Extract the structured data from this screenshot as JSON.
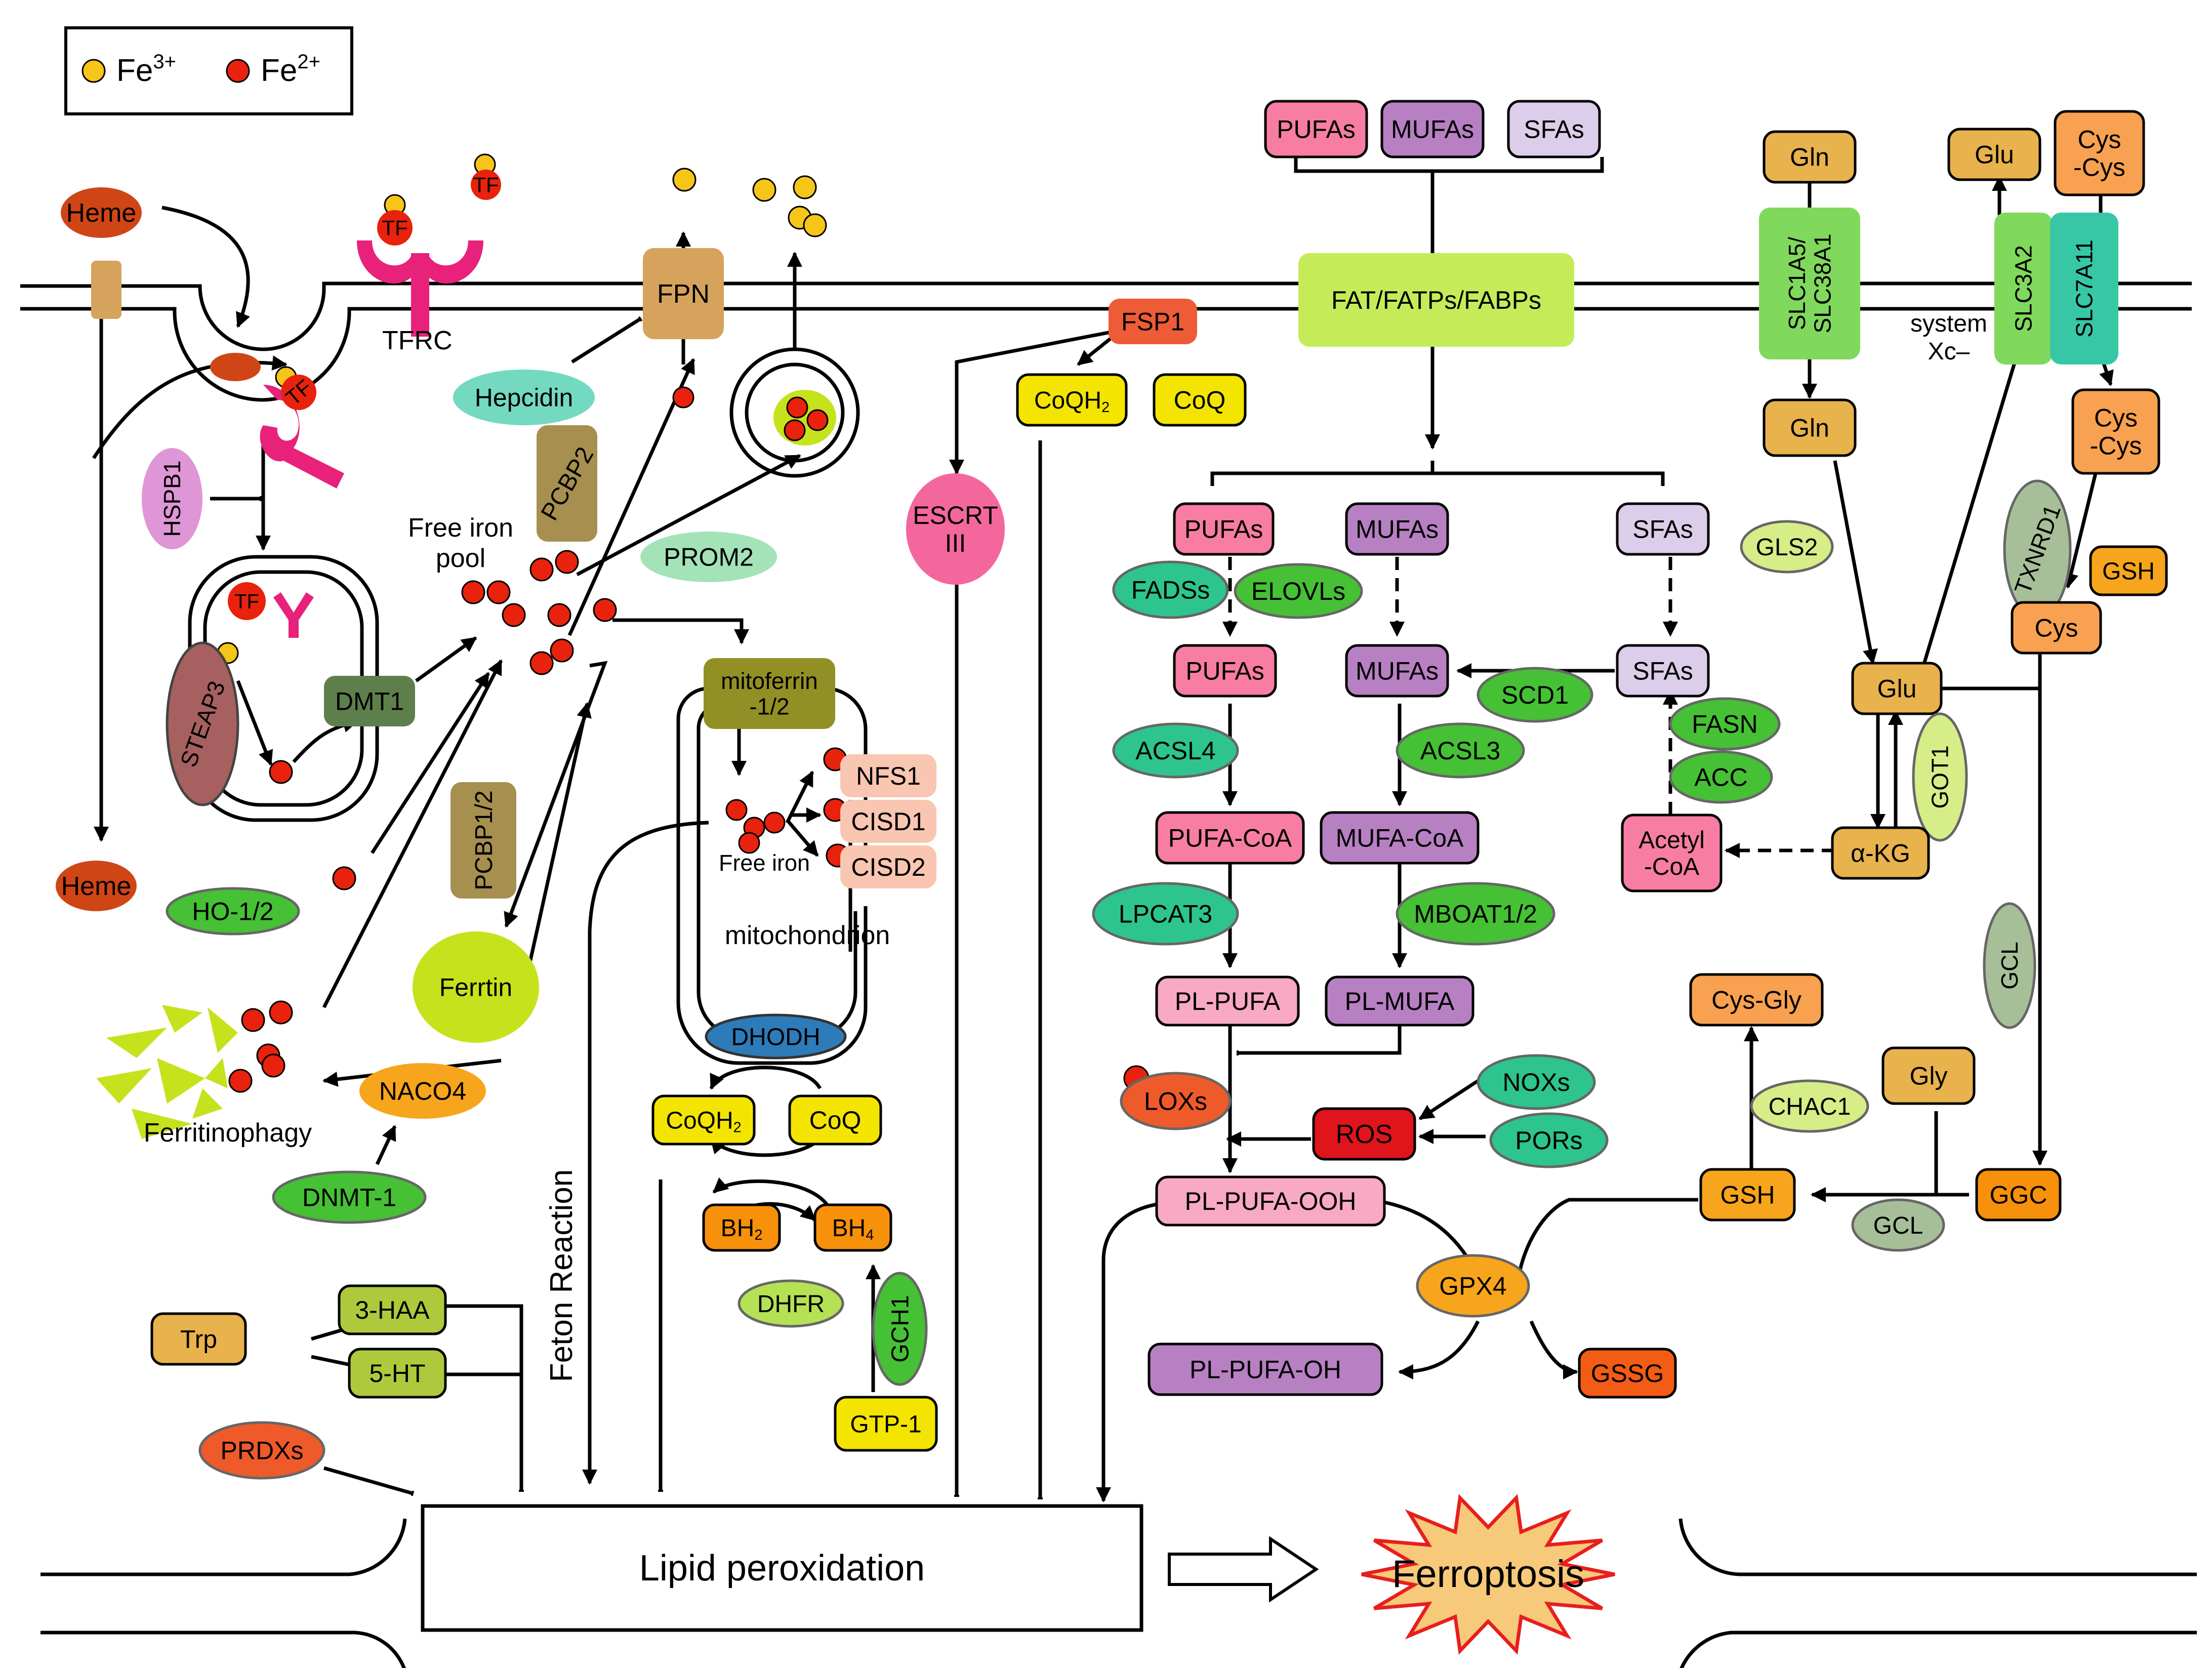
{
  "legend": {
    "fe3": "Fe",
    "fe3_sup": "3+",
    "fe2": "Fe",
    "fe2_sup": "2+"
  },
  "colors": {
    "fe3": "#f6c519",
    "fe2": "#e8220c"
  },
  "iron_import": {
    "heme_top": "Heme",
    "heme_bottom": "Heme",
    "tf_a": "TF",
    "tf_b": "TF",
    "tf_c": "TF",
    "tf_d": "TF",
    "tfrc": "TFRC",
    "hspb1": "HSPB1",
    "steap3": "STEAP3",
    "dmt1": "DMT1",
    "ho12": "HO-1/2",
    "free_iron_pool_1": "Free iron",
    "free_iron_pool_2": "pool",
    "pcbp2": "PCBP2",
    "pcbp12": "PCBP1/2",
    "ferritin": "Ferrtin",
    "ferritinophagy": "Ferritinophagy",
    "naco4": "NACO4",
    "dnmt1": "DNMT-1",
    "hepcidin": "Hepcidin",
    "fpn": "FPN",
    "prom2": "PROM2"
  },
  "mitochondria": {
    "mitoferrin_1": "mitoferrin",
    "mitoferrin_2": "-1/2",
    "free_iron": "Free iron",
    "nfs1": "NFS1",
    "cisd1": "CISD1",
    "cisd2": "CISD2",
    "label": "mitochondrion",
    "dhodh": "DHODH",
    "coqh2": "CoQH",
    "coqh2_sub": "2",
    "coq": "CoQ",
    "bh2": "BH",
    "bh2_sub": "2",
    "bh4": "BH",
    "bh4_sub": "4",
    "dhfr": "DHFR",
    "gch1": "GCH1",
    "gtp1": "GTP-1"
  },
  "tryptophan": {
    "trp": "Trp",
    "haa": "3-HAA",
    "ht": "5-HT",
    "prdxs": "PRDXs"
  },
  "fenton": "Feton Reaction",
  "fsp1_axis": {
    "fsp1": "FSP1",
    "coqh2": "CoQH",
    "coqh2_sub": "2",
    "coq": "CoQ",
    "escrt_1": "ESCRT",
    "escrt_2": "III"
  },
  "lipids": {
    "top_pufas": "PUFAs",
    "top_mufas": "MUFAs",
    "top_sfas": "SFAs",
    "fat": "FAT/FATPs/FABPs",
    "pufas_1": "PUFAs",
    "mufas_1": "MUFAs",
    "sfas_1": "SFAs",
    "fadss": "FADSs",
    "elovls": "ELOVLs",
    "pufas_2": "PUFAs",
    "mufas_2": "MUFAs",
    "sfas_2": "SFAs",
    "scd1": "SCD1",
    "fasn": "FASN",
    "acc": "ACC",
    "acetyl_1": "Acetyl",
    "acetyl_2": "-CoA",
    "acsl4": "ACSL4",
    "acsl3": "ACSL3",
    "pufa_coa": "PUFA-CoA",
    "mufa_coa": "MUFA-CoA",
    "lpcat3": "LPCAT3",
    "mboat": "MBOAT1/2",
    "pl_pufa": "PL-PUFA",
    "pl_mufa": "PL-MUFA",
    "loxs": "LOXs",
    "ros": "ROS",
    "noxs": "NOXs",
    "pors": "PORs",
    "pl_pufa_ooh": "PL-PUFA-OOH",
    "gpx4": "GPX4",
    "pl_pufa_oh": "PL-PUFA-OH",
    "gssg": "GSSG"
  },
  "gsh_axis": {
    "gln_top": "Gln",
    "slc1a5_1": "SLC1A5/",
    "slc1a5_2": "SLC38A1",
    "gln_in": "Gln",
    "gls2": "GLS2",
    "glu_top": "Glu",
    "cyscys_top_1": "Cys",
    "cyscys_top_2": "-Cys",
    "slc3a2": "SLC3A2",
    "slc7a11": "SLC7A11",
    "system_1": "system",
    "system_2": "Xc–",
    "cyscys_in_1": "Cys",
    "cyscys_in_2": "-Cys",
    "txnrd1": "TXNRD1",
    "gsh_a": "GSH",
    "cys": "Cys",
    "glu": "Glu",
    "got1": "GOT1",
    "akg": "α-KG",
    "gcl_a": "GCL",
    "cysgly": "Cys-Gly",
    "gly": "Gly",
    "chac1": "CHAC1",
    "gsh_b": "GSH",
    "gcl_b": "GCL",
    "ggc": "GGC"
  },
  "outcome": {
    "lipid_peroxidation": "Lipid peroxidation",
    "ferroptosis": "Ferroptosis"
  }
}
